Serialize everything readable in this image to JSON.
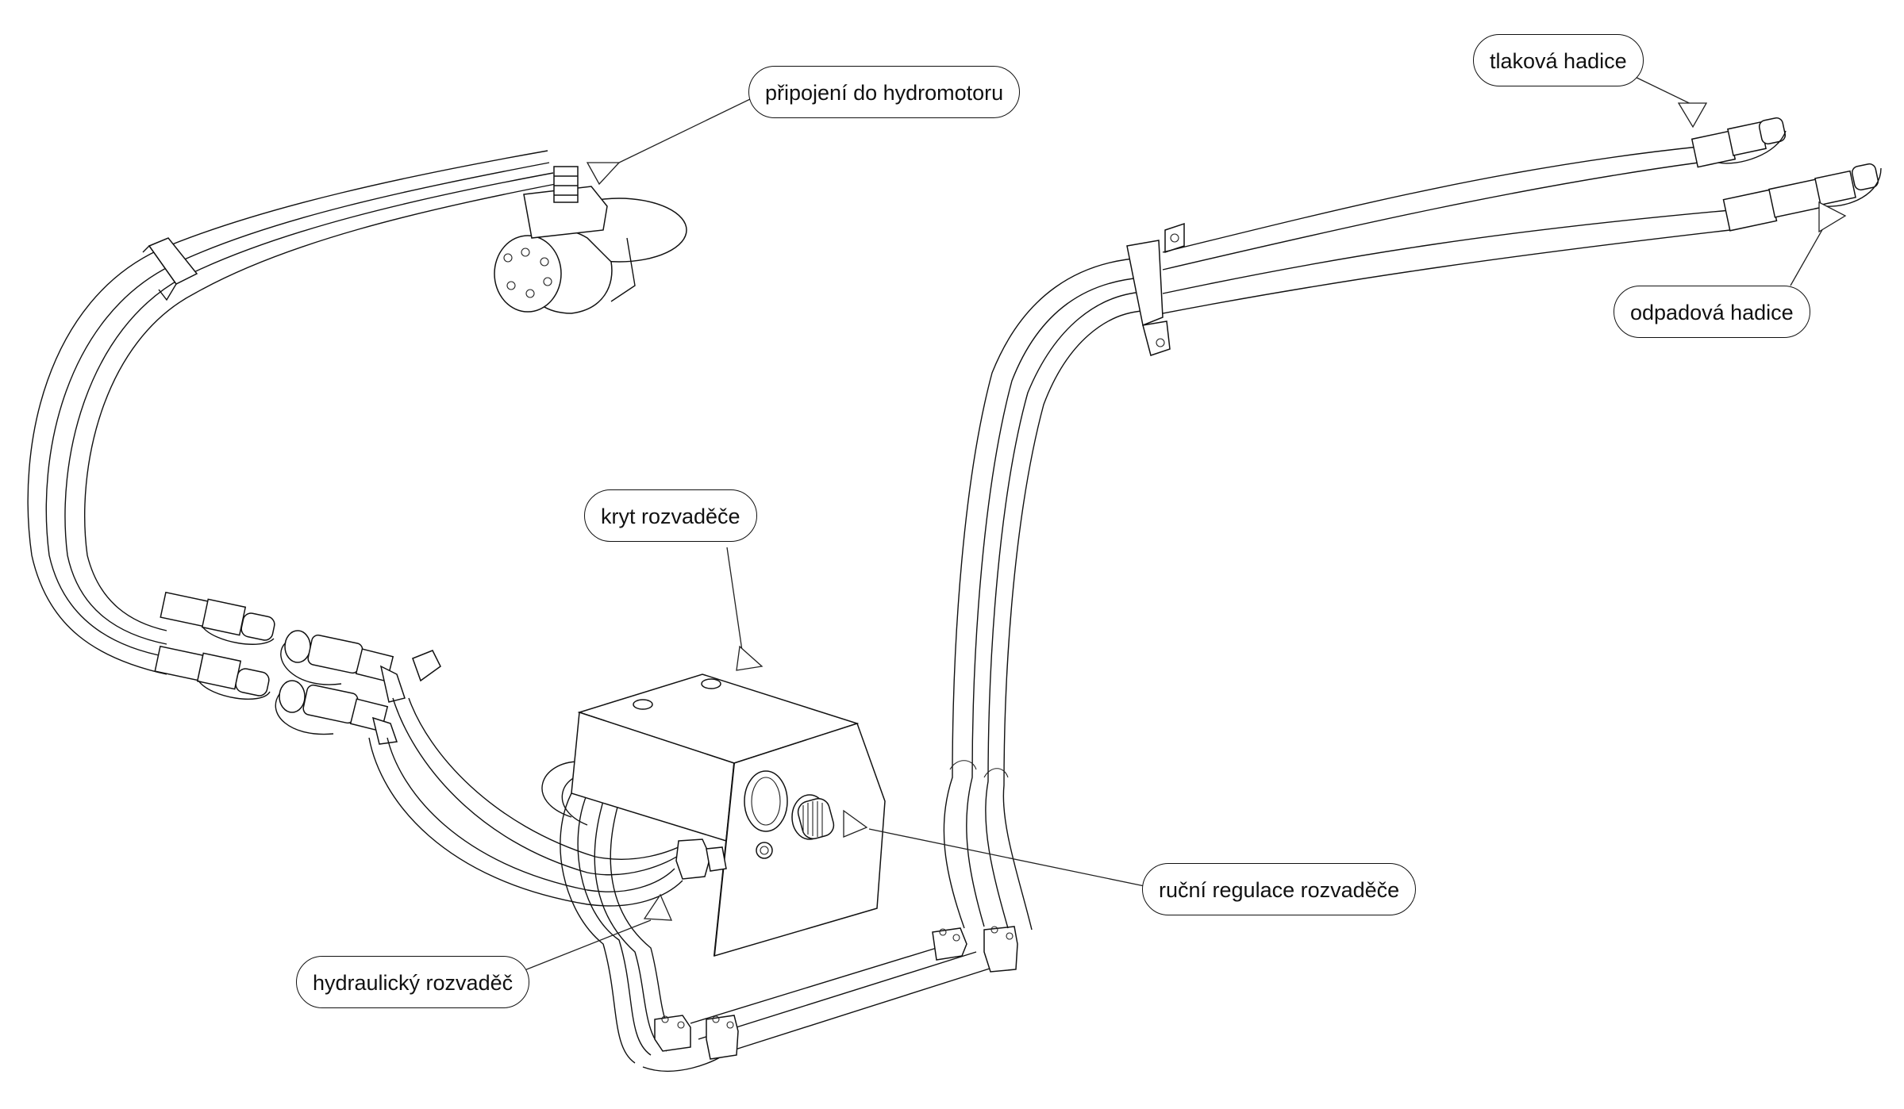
{
  "diagram": {
    "type": "technical line drawing (isometric assembly)",
    "subject": "hydraulic hose routing with directional control valve and hydromotor",
    "line_color": "#111111",
    "background_color": "#ffffff"
  },
  "callouts": [
    {
      "id": "hydromotor",
      "label": "připojení do hydromotoru"
    },
    {
      "id": "pressure-hose",
      "label": "tlaková hadice"
    },
    {
      "id": "return-hose",
      "label": "odpadová hadice"
    },
    {
      "id": "valve-cover",
      "label": "kryt rozvaděče"
    },
    {
      "id": "manual-control",
      "label": "ruční regulace rozvaděče"
    },
    {
      "id": "hydraulic-valve",
      "label": "hydraulický rozvaděč"
    }
  ]
}
